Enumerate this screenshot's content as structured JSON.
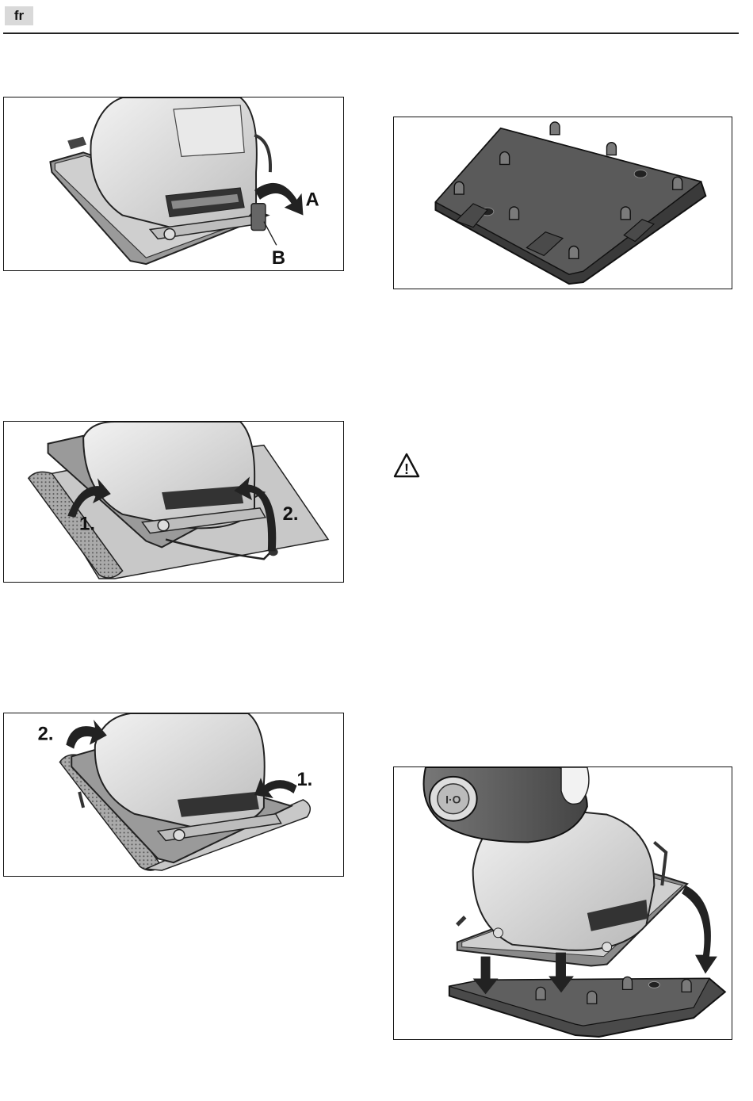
{
  "header": {
    "lang": "fr"
  },
  "figure1": {
    "label_a": "A",
    "label_b": "B"
  },
  "figure2": {
    "label_1": "1.",
    "label_2": "2."
  },
  "figure3": {
    "label_1": "1.",
    "label_2": "2."
  },
  "figure5": {
    "switch_mark": "I·O"
  },
  "warning": {
    "icon": "warning-triangle-icon",
    "glyph": "!"
  }
}
